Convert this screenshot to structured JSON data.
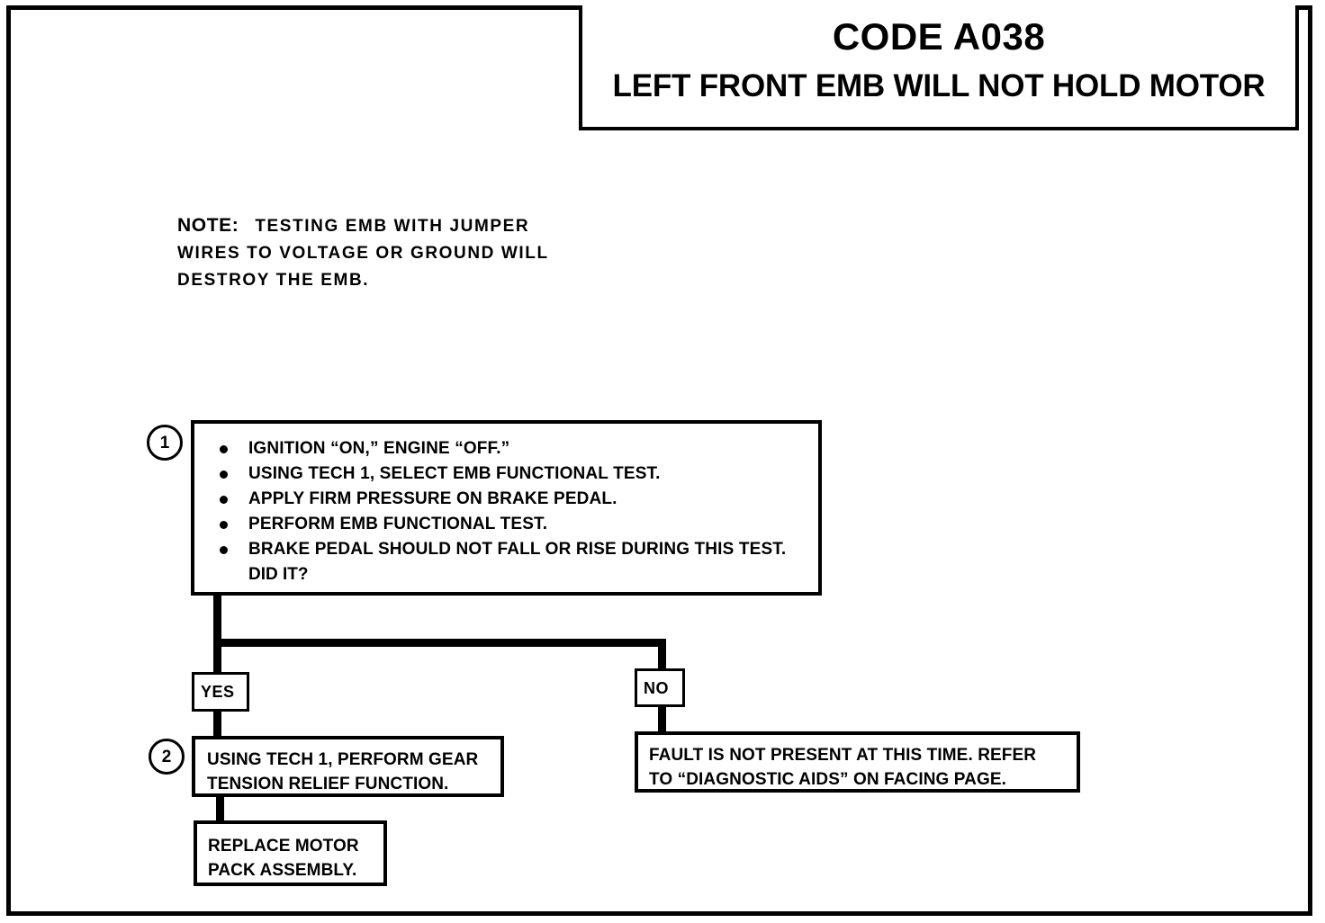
{
  "title": {
    "code": "CODE A038",
    "description": "LEFT FRONT EMB WILL NOT HOLD MOTOR"
  },
  "note": {
    "label": "NOTE:",
    "lines": [
      "TESTING EMB WITH JUMPER",
      "WIRES TO VOLTAGE OR GROUND WILL",
      "DESTROY THE EMB."
    ]
  },
  "steps": [
    {
      "number": "1",
      "bullets": [
        "IGNITION “ON,” ENGINE “OFF.”",
        "USING TECH 1, SELECT EMB FUNCTIONAL TEST.",
        "APPLY FIRM PRESSURE ON BRAKE PEDAL.",
        "PERFORM EMB FUNCTIONAL TEST.",
        "BRAKE PEDAL SHOULD NOT FALL OR RISE DURING THIS TEST."
      ],
      "continuation": "DID IT?"
    },
    {
      "number": "2",
      "lines": [
        "USING TECH 1, PERFORM GEAR",
        "TENSION RELIEF FUNCTION."
      ]
    }
  ],
  "branches": {
    "yes": "YES",
    "no": "NO"
  },
  "outcomes": {
    "replace": [
      "REPLACE MOTOR",
      "PACK ASSEMBLY."
    ],
    "no_fault": [
      "FAULT IS NOT PRESENT AT THIS TIME.  REFER",
      "TO “DIAGNOSTIC AIDS” ON FACING PAGE."
    ]
  },
  "colors": {
    "ink": "#000000",
    "paper": "#ffffff"
  }
}
